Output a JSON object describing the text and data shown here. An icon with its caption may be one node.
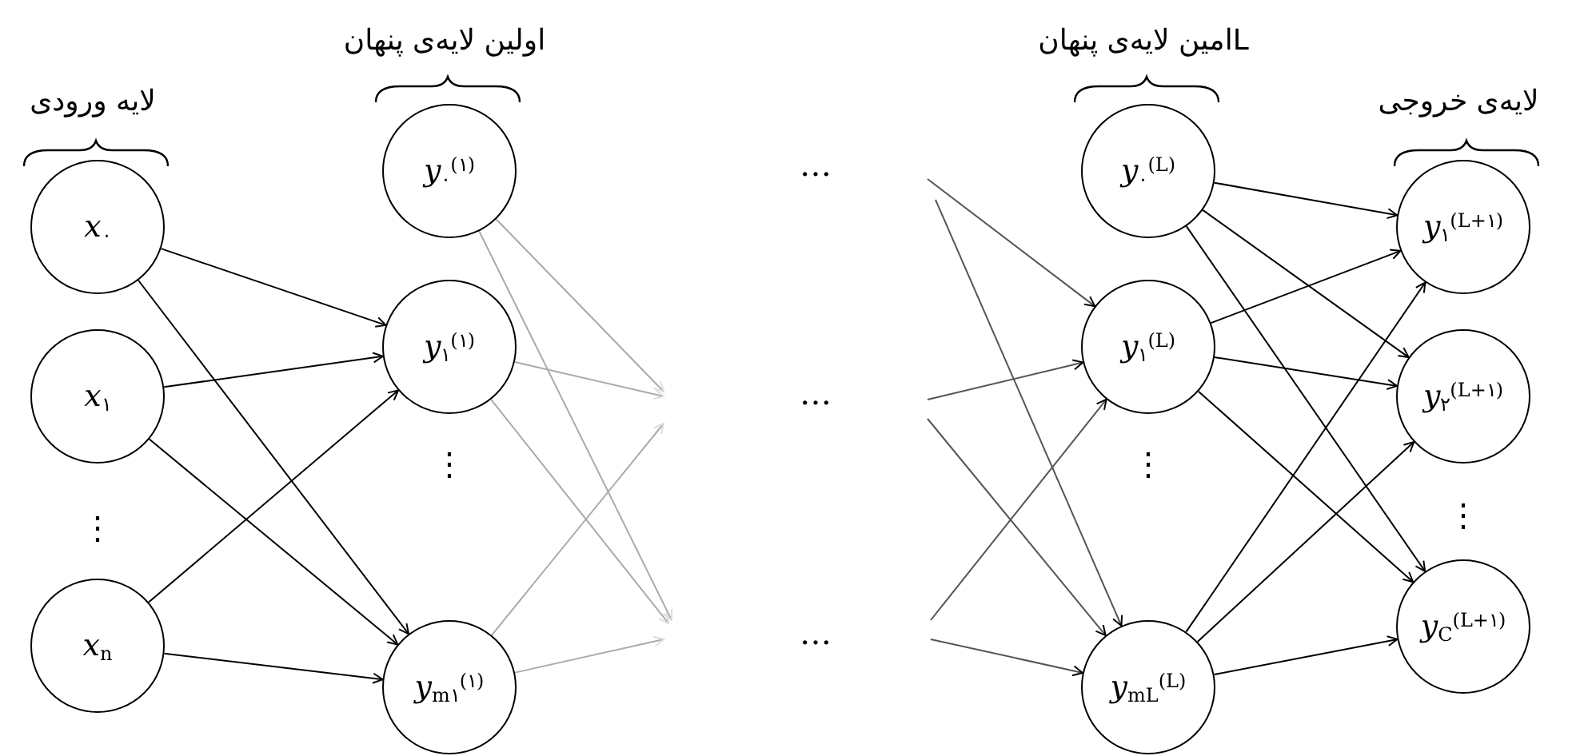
{
  "diagram": {
    "nodes": [
      {
        "text": [
          "*x*$_{۰}$"
        ]
      },
      {
        "text": [
          "*x*$_{۱}$"
        ]
      },
      {
        "text": [
          "*x*$_{n}$"
        ]
      },
      {
        "text": [
          "*y*$_{۰}$$^{(۱)}$"
        ]
      },
      {
        "text": [
          "*y*$_{۱}$$^{(۱)}$"
        ]
      },
      {
        "text": [
          "*y*$_{m۱}$$^{(۱)}$"
        ]
      },
      {
        "text": [
          "*y*$_{۰}$$^{(L)}$"
        ]
      },
      {
        "text": [
          "*y*$_{۱}$$^{(L)}$"
        ]
      },
      {
        "text": [
          "*y*$_{mL}$$^{(L)}$"
        ]
      },
      {
        "text": [
          "*y*$_{۱}$$^{(L+۱)}$"
        ]
      },
      {
        "text": [
          "*y*$_{۲}$$^{(L+۱)}$"
        ]
      },
      {
        "text": [
          "*y*$_{C}$$^{(L+۱)}$"
        ]
      }
    ],
    "edges": [
      {
        "from": 0,
        "to": 4,
        "arrow": "to"
      },
      {
        "from": 0,
        "to": 5,
        "arrow": "to"
      },
      {
        "from": 1,
        "to": 4,
        "arrow": "to"
      },
      {
        "from": 1,
        "to": 5,
        "arrow": "to"
      },
      {
        "from": 2,
        "to": 4,
        "arrow": "to"
      },
      {
        "from": 2,
        "to": 5,
        "arrow": "to"
      },
      {
        "from": 3,
        "to": null,
        "arrow": "to",
        "color": "#aaaaaa"
      },
      {
        "from": 3,
        "to": null,
        "arrow": "to",
        "color": "#aaaaaa"
      },
      {
        "from": 4,
        "to": null,
        "arrow": "to",
        "color": "#aaaaaa"
      },
      {
        "from": 4,
        "to": null,
        "arrow": "to",
        "color": "#aaaaaa"
      },
      {
        "from": 5,
        "to": null,
        "arrow": "to",
        "color": "#aaaaaa"
      },
      {
        "from": 5,
        "to": null,
        "arrow": "to",
        "color": "#aaaaaa"
      },
      {
        "from": null,
        "to": 7,
        "arrow": "to",
        "color": "#555555"
      },
      {
        "from": null,
        "to": 8,
        "arrow": "to",
        "color": "#555555"
      },
      {
        "from": null,
        "to": 7,
        "arrow": "to",
        "color": "#555555"
      },
      {
        "from": null,
        "to": 8,
        "arrow": "to",
        "color": "#555555"
      },
      {
        "from": null,
        "to": 7,
        "arrow": "to",
        "color": "#555555"
      },
      {
        "from": null,
        "to": 8,
        "arrow": "to",
        "color": "#555555"
      },
      {
        "from": 6,
        "to": 9,
        "arrow": "to"
      },
      {
        "from": 6,
        "to": 10,
        "arrow": "to"
      },
      {
        "from": 6,
        "to": 11,
        "arrow": "to"
      },
      {
        "from": 7,
        "to": 9,
        "arrow": "to"
      },
      {
        "from": 7,
        "to": 10,
        "arrow": "to"
      },
      {
        "from": 7,
        "to": 11,
        "arrow": "to"
      },
      {
        "from": 8,
        "to": 9,
        "arrow": "to"
      },
      {
        "from": 8,
        "to": 10,
        "arrow": "to"
      },
      {
        "from": 8,
        "to": 11,
        "arrow": "to"
      }
    ],
    "labels": [
      "اولین لایه‌ی پنهان",
      "Lامین لایه‌ی پنهان",
      "لایه ورودی",
      "لایه‌ی خروجی",
      "…",
      "…",
      "…",
      "⋮",
      "⋮",
      "⋮",
      "⋮"
    ]
  }
}
